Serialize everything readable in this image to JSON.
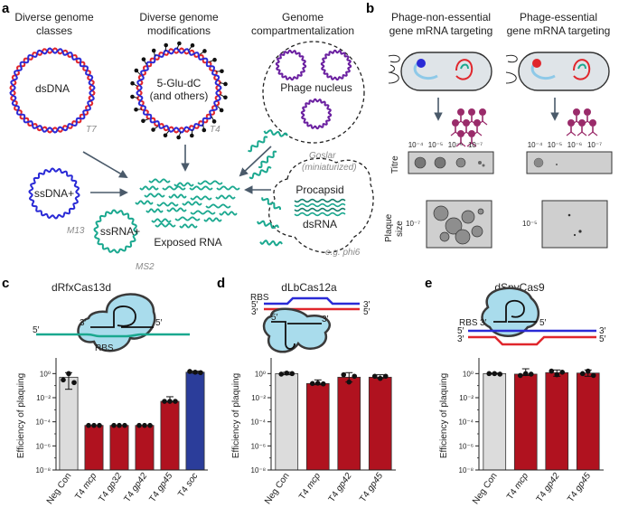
{
  "panels": {
    "a": "a",
    "b": "b",
    "c": "c",
    "d": "d",
    "e": "e"
  },
  "panel_a": {
    "header_classes": [
      "Diverse genome",
      "classes"
    ],
    "header_mods": [
      "Diverse genome",
      "modifications"
    ],
    "header_comp": [
      "Genome",
      "compartmentalization"
    ],
    "dsdna": "dsDNA",
    "t7": "T7",
    "glu": [
      "5-Glu-dC",
      "(and others)"
    ],
    "t4": "T4",
    "nucleus": "Phage nucleus",
    "goslar": [
      "Goslar",
      "(miniaturized)"
    ],
    "ssdna": "ssDNA+",
    "m13": "M13",
    "ssrna": "ssRNA+",
    "ms2": "MS2",
    "exposed": "Exposed RNA",
    "procapsid": "Procapsid",
    "dsrna": "dsRNA",
    "phi6": "e.g. phi6"
  },
  "panel_b": {
    "header_left": [
      "Phage-non-essential",
      "gene mRNA targeting"
    ],
    "header_right": [
      "Phage-essential",
      "gene mRNA targeting"
    ],
    "titre": "Titre",
    "plaque_size": [
      "Plaque",
      "size"
    ],
    "dilutions": [
      "10⁻⁴",
      "10⁻⁵",
      "10⁻⁶",
      "10⁻⁷"
    ],
    "left_dilution": "10⁻⁷",
    "right_dilution": "10⁻⁵"
  },
  "colors": {
    "teal": "#1aa88f",
    "dna_blue": "#2a2ad6",
    "dna_red": "#e0262c",
    "purple": "#6a1fa0",
    "magenta": "#9a2b6a",
    "bar_red": "#b0121f",
    "bar_blue": "#2b3d9a",
    "bar_gray": "#dcdcdc",
    "cas_body": "#a9dcec",
    "ecoli_fill": "#dfe4e8"
  },
  "protein_labels": {
    "c": "dRfxCas13d",
    "d": "dLbCas12a",
    "e": "dSpyCas9"
  },
  "strand_labels": {
    "five": "5′",
    "three": "3′",
    "rbs": "RBS"
  },
  "chart_data": [
    {
      "type": "bar",
      "ylabel": "Efficiency of plaquing",
      "yscale": "log",
      "ylim": [
        1e-08,
        10
      ],
      "yticks": [
        "10⁰",
        "10⁻²",
        "10⁻⁴",
        "10⁻⁶",
        "10⁻⁸"
      ],
      "categories": [
        "Neg Con",
        "T4 mcp",
        "T4 gp32",
        "T4 gp42",
        "T4 gp45",
        "T4 soc"
      ],
      "values": [
        0.5,
        5e-05,
        5e-05,
        5e-05,
        0.005,
        1.3
      ],
      "bar_colors": [
        "#dcdcdc",
        "#b0121f",
        "#b0121f",
        "#b0121f",
        "#b0121f",
        "#2b3d9a"
      ],
      "points": [
        [
          0.3,
          1.0,
          0.18
        ],
        [
          5e-05,
          5e-05,
          5e-05
        ],
        [
          5e-05,
          5e-05,
          5e-05
        ],
        [
          5e-05,
          5e-05,
          5e-05
        ],
        [
          0.005,
          0.005,
          0.005
        ],
        [
          1.5,
          1.3,
          1.2
        ]
      ],
      "error": [
        [
          0.05,
          1.2
        ],
        null,
        null,
        null,
        [
          0.0045,
          0.012
        ],
        [
          1.1,
          1.6
        ]
      ]
    },
    {
      "type": "bar",
      "ylabel": "Efficiency of plaquing",
      "yscale": "log",
      "ylim": [
        1e-08,
        10
      ],
      "yticks": [
        "10⁰",
        "10⁻²",
        "10⁻⁴",
        "10⁻⁶",
        "10⁻⁸"
      ],
      "categories": [
        "Neg Con",
        "T4 mcp",
        "T4 gp42",
        "T4 gp45"
      ],
      "values": [
        1.0,
        0.15,
        0.5,
        0.5
      ],
      "bar_colors": [
        "#dcdcdc",
        "#b0121f",
        "#b0121f",
        "#b0121f"
      ],
      "points": [
        [
          0.9,
          1.1,
          1.0
        ],
        [
          0.15,
          0.16,
          0.14
        ],
        [
          0.8,
          0.2,
          0.6
        ],
        [
          0.6,
          0.4,
          0.6
        ]
      ],
      "error": [
        [
          0.8,
          1.3
        ],
        [
          0.12,
          0.3
        ],
        [
          0.2,
          1.2
        ],
        [
          0.4,
          0.8
        ]
      ]
    },
    {
      "type": "bar",
      "ylabel": "Efficiency of plaquing",
      "yscale": "log",
      "ylim": [
        1e-08,
        10
      ],
      "yticks": [
        "10⁰",
        "10⁻²",
        "10⁻⁴",
        "10⁻⁶",
        "10⁻⁸"
      ],
      "categories": [
        "Neg Con",
        "T4 mcp",
        "T4 gp42",
        "T4 gp45"
      ],
      "values": [
        1.0,
        0.9,
        1.2,
        1.1
      ],
      "bar_colors": [
        "#dcdcdc",
        "#b0121f",
        "#b0121f",
        "#b0121f"
      ],
      "points": [
        [
          1.0,
          1.0,
          0.9
        ],
        [
          0.7,
          1.0,
          0.9
        ],
        [
          1.6,
          0.8,
          1.3
        ],
        [
          1.0,
          1.6,
          0.7
        ]
      ],
      "error": [
        [
          0.9,
          1.1
        ],
        [
          0.7,
          2.5
        ],
        [
          0.6,
          2.0
        ],
        [
          0.6,
          2.0
        ]
      ]
    }
  ]
}
